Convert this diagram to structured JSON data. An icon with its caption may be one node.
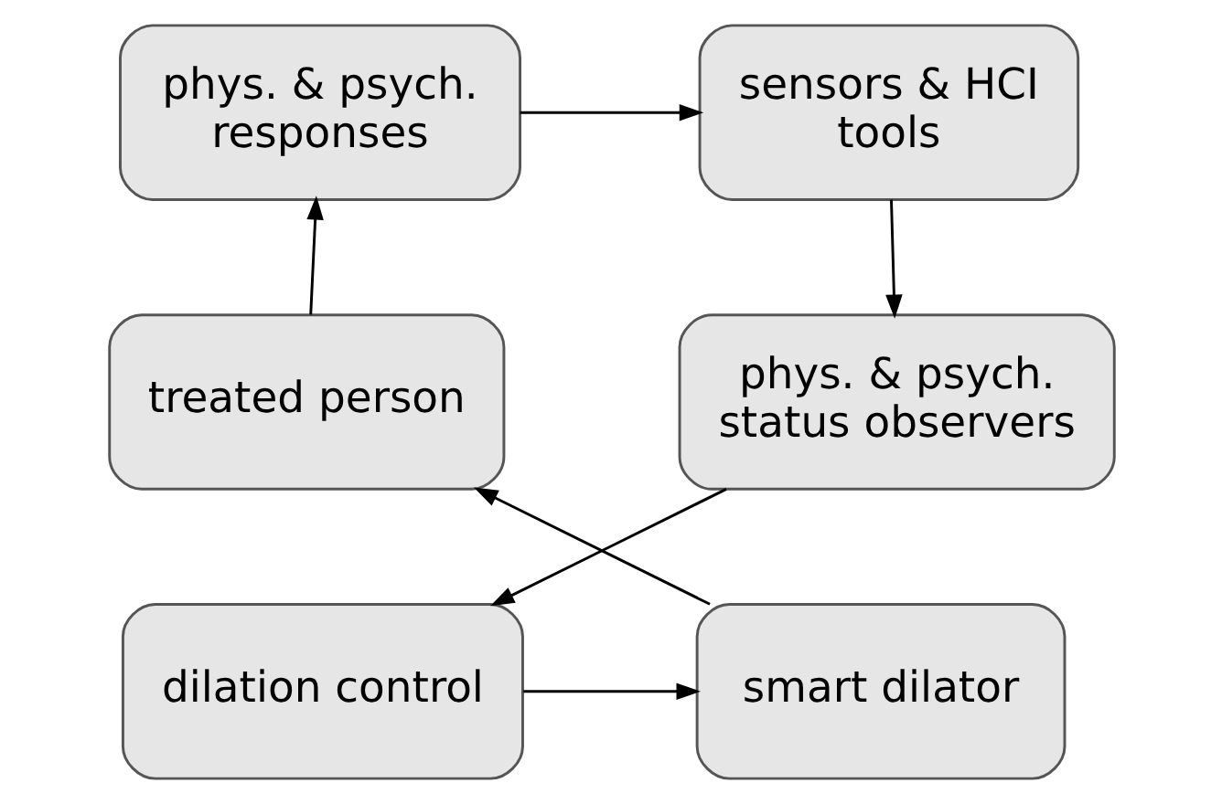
{
  "diagram": {
    "nodes": [
      {
        "text": [
          "phys. & psych. responses"
        ]
      },
      {
        "text": [
          "sensors & HCI tools"
        ]
      },
      {
        "text": [
          "treated person"
        ]
      },
      {
        "text": [
          "phys. & psych. status observers"
        ]
      },
      {
        "text": [
          "smart dilator"
        ]
      },
      {
        "text": [
          "dilation control"
        ]
      }
    ],
    "edges": [
      {
        "from": 0,
        "to": 1,
        "arrow": "to"
      },
      {
        "from": 1,
        "to": 3,
        "arrow": "to"
      },
      {
        "from": 3,
        "to": 5,
        "arrow": "to"
      },
      {
        "from": 5,
        "to": 4,
        "arrow": "to"
      },
      {
        "from": 4,
        "to": 2,
        "arrow": "to"
      },
      {
        "from": 2,
        "to": 0,
        "arrow": "to"
      }
    ]
  }
}
